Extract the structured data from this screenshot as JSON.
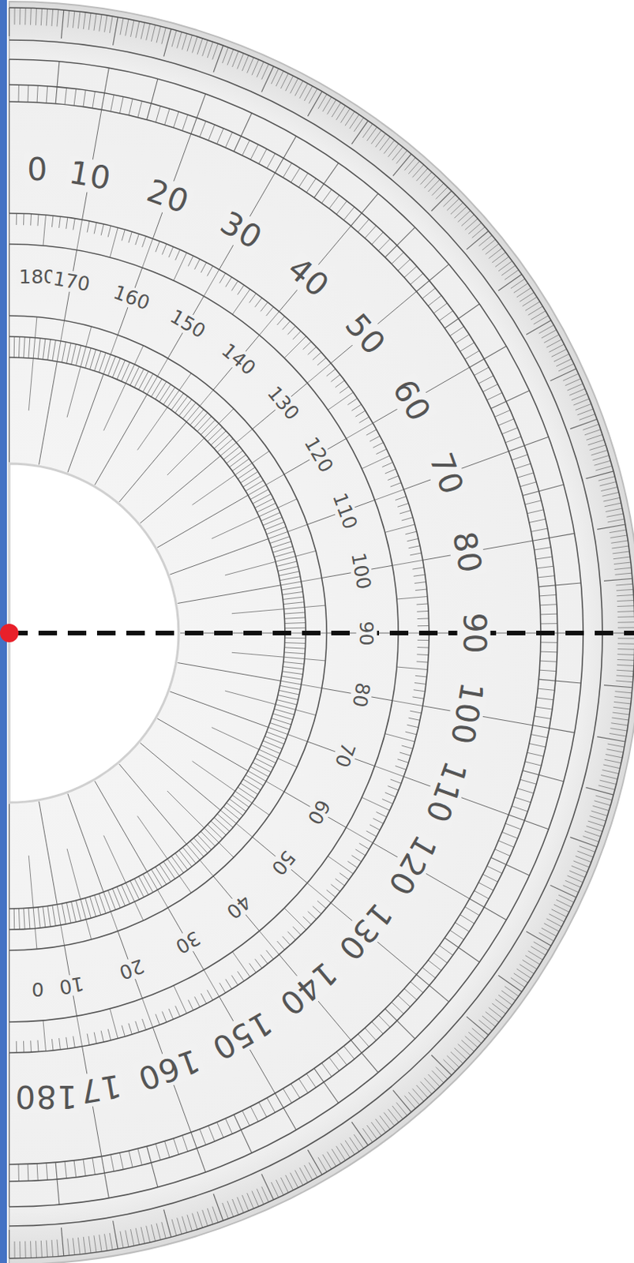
{
  "diagram": {
    "labels": [
      "0",
      "10",
      "20",
      "30",
      "40",
      "50",
      "60",
      "70",
      "80",
      "90",
      "100",
      "110",
      "120",
      "130",
      "140",
      "150",
      "160",
      "170",
      "180",
      "180",
      "170",
      "160",
      "150",
      "140",
      "130",
      "120",
      "110",
      "100",
      "90",
      "80",
      "70",
      "60",
      "50",
      "40",
      "30",
      "20",
      "10",
      "0"
    ]
  }
}
